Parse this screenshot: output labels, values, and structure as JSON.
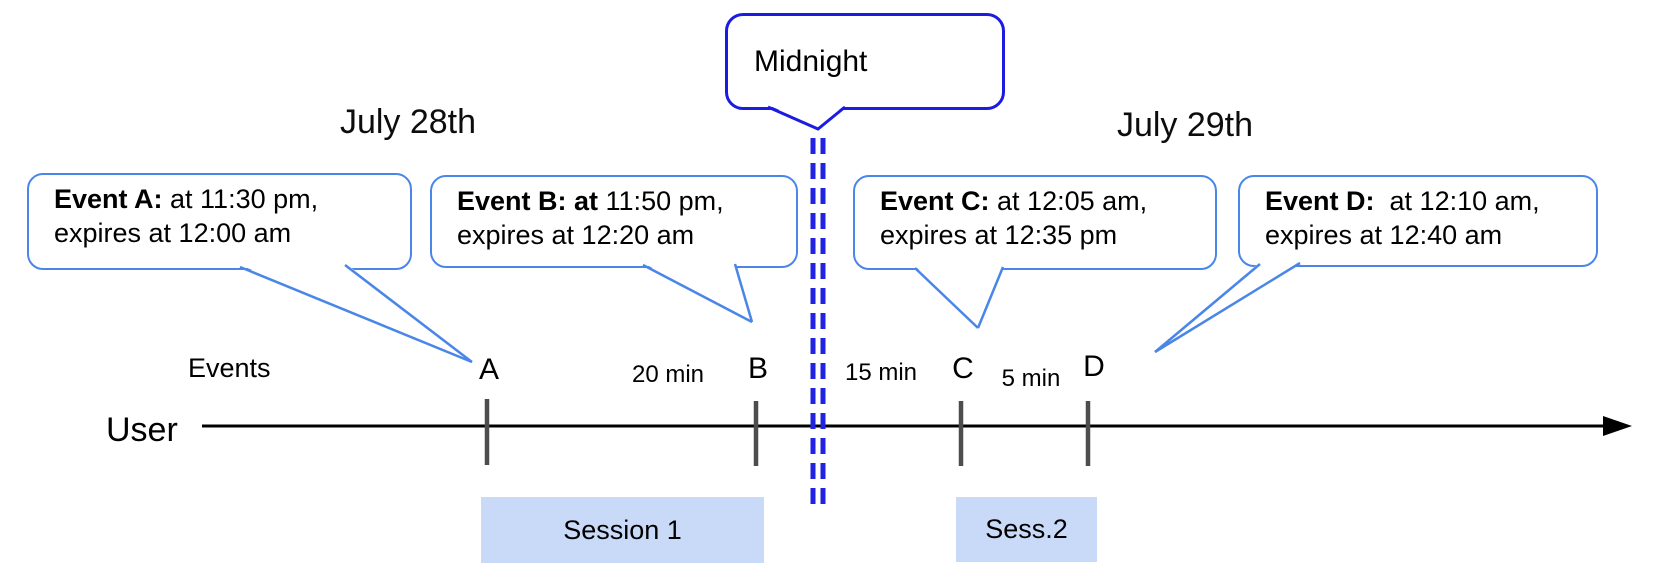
{
  "dates": {
    "left": "July 28th",
    "right": "July 29th"
  },
  "midnight": {
    "label": "Midnight"
  },
  "events": [
    {
      "bold": "Event A:",
      "rest": " at 11:30 pm,",
      "line2": "expires at 12:00 am"
    },
    {
      "bold": "Event B: at",
      "rest": " 11:50 pm,",
      "line2": "expires at 12:20 am"
    },
    {
      "bold": "Event C:",
      "rest": " at 12:05 am,",
      "line2": "expires at 12:35 pm"
    },
    {
      "bold": "Event D:",
      "rest": "  at 12:10 am,",
      "line2": "expires at 12:40 am"
    }
  ],
  "timeline": {
    "row_label": "Events",
    "axis_label": "User",
    "markers": [
      "A",
      "B",
      "C",
      "D"
    ],
    "intervals": [
      "20 min",
      "15 min",
      "5 min"
    ]
  },
  "sessions": [
    {
      "label": "Session 1"
    },
    {
      "label": "Sess.2"
    }
  ],
  "colors": {
    "callout_blue": "#4a86e8",
    "midnight_blue": "#1c1ce0",
    "dash_blue": "#2222e2",
    "session_fill": "#c9daf8",
    "tick_color": "#4d4d4d",
    "timeline_color": "#000000"
  }
}
